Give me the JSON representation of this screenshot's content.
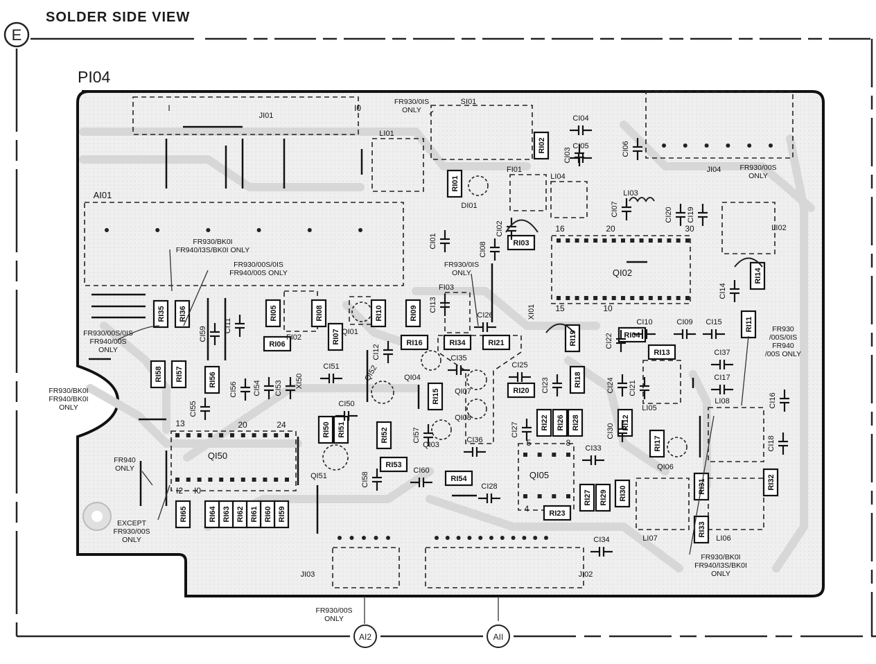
{
  "title": "SOLDER SIDE VIEW",
  "section_marker": "E",
  "board_label": "PI04",
  "connector_markers": [
    "AI2",
    "AII"
  ],
  "connector_note": [
    "FR930/00S",
    "ONLY"
  ],
  "components": {
    "connectors": [
      "JI01",
      "JI02",
      "JI03",
      "JI04",
      "SI01"
    ],
    "ics": [
      "AI01",
      "QI02",
      "QI50",
      "QI05"
    ],
    "transistors": [
      "QI01",
      "QI03",
      "QI04",
      "QI06",
      "QI07",
      "QI08",
      "QI51",
      "QI52"
    ],
    "diodes": [
      "DI01"
    ],
    "crystals": [
      "XI01",
      "XI50"
    ],
    "filters": [
      "FI01",
      "FI02",
      "FI03"
    ],
    "coils": [
      "LI01",
      "LI02",
      "LI03",
      "LI04",
      "LI05",
      "LI06",
      "LI07",
      "LI08"
    ],
    "resistors": [
      "RI01",
      "RI02",
      "RI03",
      "RI04",
      "RI05",
      "RI06",
      "RI07",
      "RI08",
      "RI09",
      "RI10",
      "RI11",
      "RI12",
      "RI13",
      "RI14",
      "RI15",
      "RI16",
      "RI17",
      "RI18",
      "RI19",
      "RI20",
      "RI21",
      "RI22",
      "RI23",
      "RI26",
      "RI27",
      "RI28",
      "RI29",
      "RI30",
      "RI31",
      "RI32",
      "RI33",
      "RI34",
      "RI35",
      "RI36",
      "RI50",
      "RI51",
      "RI52",
      "RI53",
      "RI54",
      "RI56",
      "RI57",
      "RI58",
      "RI59",
      "RI60",
      "RI61",
      "RI62",
      "RI63",
      "RI64",
      "RI65"
    ],
    "capacitors": [
      "CI01",
      "CI02",
      "CI03",
      "CI04",
      "CI05",
      "CI06",
      "CI07",
      "CI08",
      "CI09",
      "CI10",
      "CI11",
      "CI12",
      "CI13",
      "CI14",
      "CI15",
      "CI16",
      "CI17",
      "CI18",
      "CI19",
      "CI20",
      "CI21",
      "CI22",
      "CI23",
      "CI24",
      "CI25",
      "CI26",
      "CI27",
      "CI28",
      "CI30",
      "CI33",
      "CI34",
      "CI35",
      "CI36",
      "CI37",
      "CI50",
      "CI51",
      "CI53",
      "CI54",
      "CI55",
      "CI56",
      "CI57",
      "CI58",
      "CI59",
      "CI60"
    ]
  },
  "pin_numbers": [
    "16",
    "20",
    "30",
    "15",
    "10",
    "13",
    "20",
    "24",
    "I2",
    "I0",
    "5",
    "8",
    "4",
    "I",
    "I0"
  ],
  "notes": [
    {
      "lines": [
        "FR930/0IS",
        "ONLY"
      ]
    },
    {
      "lines": [
        "FR930/00S",
        "ONLY"
      ]
    },
    {
      "lines": [
        "FR930/BK0I",
        "FR940/I3S/BK0I ONLY"
      ]
    },
    {
      "lines": [
        "FR930/00S/0IS",
        "FR940/00S ONLY"
      ]
    },
    {
      "lines": [
        "FR930/0IS",
        "ONLY"
      ]
    },
    {
      "lines": [
        "FR930/00S/0IS",
        "FR940/00S",
        "ONLY"
      ]
    },
    {
      "lines": [
        "FR930/BK0I",
        "FR940/BK0I",
        "ONLY"
      ]
    },
    {
      "lines": [
        "FR940",
        "ONLY"
      ]
    },
    {
      "lines": [
        "EXCEPT",
        "FR930/00S",
        "ONLY"
      ]
    },
    {
      "lines": [
        "FR930",
        "/00S/0IS",
        "FR940",
        "/00S ONLY"
      ]
    },
    {
      "lines": [
        "FR930/BK0I",
        "FR940/I3S/BK0I",
        "ONLY"
      ]
    }
  ]
}
